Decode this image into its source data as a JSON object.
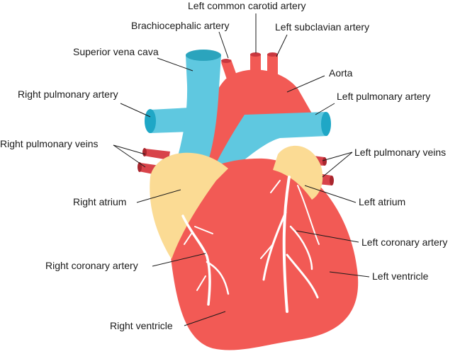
{
  "colors": {
    "muscle": "#F25A55",
    "vessel_blue": "#5FC8E0",
    "vessel_blue_dark": "#1FA7C6",
    "atrium": "#FBDB94",
    "vein": "#D8434A",
    "vein_dark": "#A9262E",
    "coronary": "#FFFFFF",
    "leader": "#1a1a1a"
  },
  "labels": {
    "left_common_carotid": "Left common carotid artery",
    "brachiocephalic": "Brachiocephalic artery",
    "left_subclavian": "Left subclavian artery",
    "superior_vena_cava": "Superior vena cava",
    "aorta": "Aorta",
    "right_pulmonary_artery": "Right pulmonary artery",
    "left_pulmonary_artery": "Left pulmonary artery",
    "right_pulmonary_veins": "Right pulmonary veins",
    "left_pulmonary_veins": "Left pulmonary veins",
    "right_atrium": "Right atrium",
    "left_atrium": "Left atrium",
    "left_coronary_artery": "Left coronary artery",
    "right_coronary_artery": "Right coronary artery",
    "left_ventricle": "Left ventricle",
    "right_ventricle": "Right ventricle"
  }
}
